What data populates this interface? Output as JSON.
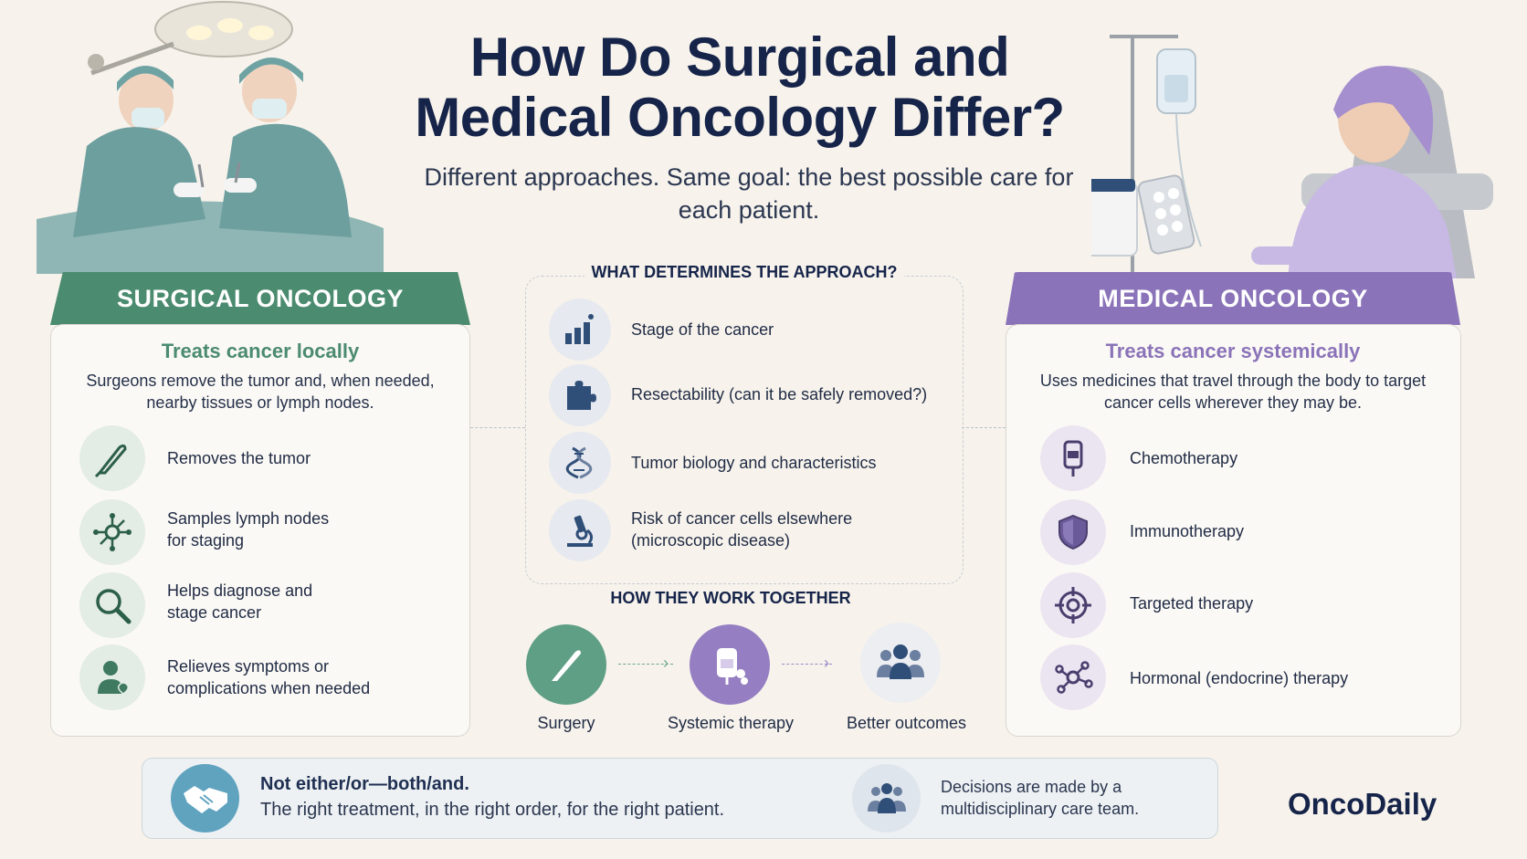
{
  "title_line1": "How Do Surgical and",
  "title_line2": "Medical Oncology Differ?",
  "subtitle": "Different approaches. Same goal: the best possible care for each patient.",
  "surgical": {
    "tab": "SURGICAL ONCOLOGY",
    "heading": "Treats cancer locally",
    "description": "Surgeons remove the tumor and, when needed, nearby tissues or lymph nodes.",
    "items": [
      {
        "label": "Removes the tumor",
        "icon": "scalpel-icon"
      },
      {
        "label": "Samples lymph nodes for staging",
        "icon": "lymph-node-icon"
      },
      {
        "label": "Helps diagnose and stage cancer",
        "icon": "magnifier-icon"
      },
      {
        "label": "Relieves symptoms or complications when needed",
        "icon": "patient-heart-icon"
      }
    ],
    "color": "#4b8b6f"
  },
  "center": {
    "heading": "WHAT DETERMINES THE APPROACH?",
    "factors": [
      {
        "label": "Stage of the cancer",
        "icon": "bar-chart-icon"
      },
      {
        "label": "Resectability (can it be safely removed?)",
        "icon": "puzzle-icon"
      },
      {
        "label": "Tumor biology and characteristics",
        "icon": "dna-icon"
      },
      {
        "label": "Risk of cancer cells elsewhere (microscopic disease)",
        "icon": "microscope-icon"
      }
    ],
    "together_heading": "HOW THEY WORK TOGETHER",
    "flow": [
      {
        "label": "Surgery",
        "icon": "scalpel-icon"
      },
      {
        "label": "Systemic therapy",
        "icon": "iv-bag-icon"
      },
      {
        "label": "Better outcomes",
        "icon": "people-icon"
      }
    ]
  },
  "medical": {
    "tab": "MEDICAL ONCOLOGY",
    "heading": "Treats cancer systemically",
    "description": "Uses medicines that travel through the body to target cancer cells wherever they may be.",
    "items": [
      {
        "label": "Chemotherapy",
        "icon": "iv-bag-icon"
      },
      {
        "label": "Immunotherapy",
        "icon": "shield-icon"
      },
      {
        "label": "Targeted therapy",
        "icon": "target-icon"
      },
      {
        "label": "Hormonal (endocrine) therapy",
        "icon": "molecule-icon"
      }
    ],
    "color": "#8a73b8"
  },
  "bottom": {
    "left_bold": "Not either/or—both/and.",
    "left_text": "The right treatment, in the right order, for the right patient.",
    "right_text": "Decisions are made by a multidisciplinary care team."
  },
  "brand": "OncoDaily"
}
